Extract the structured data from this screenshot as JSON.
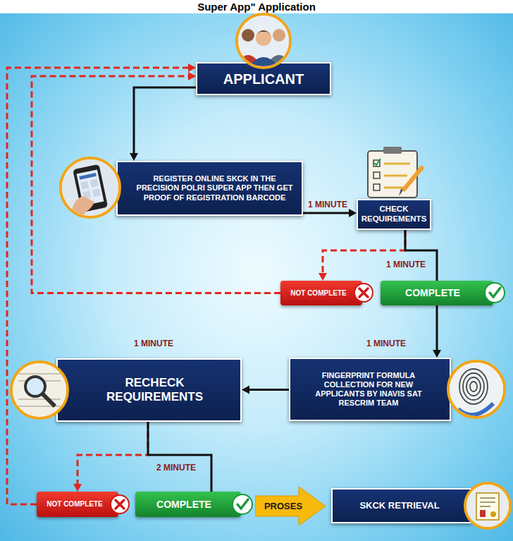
{
  "diagram": {
    "title": "Super App\" Application",
    "nodes": [
      {
        "text": [
          "APPLICANT"
        ]
      },
      {
        "text": [
          "REGISTER ONLINE SKCK IN THE PRECISION POLRI SUPER APP THEN GET PROOF OF REGISTRATION BARCODE"
        ]
      },
      {
        "text": [
          "CHECK REQUIREMENTS"
        ]
      },
      {
        "text": [
          "NOT COMPLETE"
        ]
      },
      {
        "text": [
          "COMPLETE"
        ]
      },
      {
        "text": [
          "FINGERPRINT FORMULA COLLECTION FOR NEW APPLICANTS BY INAVIS SAT RESCRIM TEAM"
        ]
      },
      {
        "text": [
          "RECHECK REQUIREMENTS"
        ]
      },
      {
        "text": [
          "NOT COMPLETE"
        ]
      },
      {
        "text": [
          "COMPLETE"
        ]
      },
      {
        "text": [
          "PROSES"
        ]
      },
      {
        "text": [
          "SKCK RETRIEVAL"
        ]
      }
    ],
    "edges": [
      {
        "from": 0,
        "to": 1,
        "arrow": "to"
      },
      {
        "from": 1,
        "to": 2,
        "arrow": "to"
      },
      {
        "from": 2,
        "to": 3,
        "arrow": "to"
      },
      {
        "from": 2,
        "to": 4,
        "arrow": "none"
      },
      {
        "from": 3,
        "to": 0,
        "arrow": "to"
      },
      {
        "from": 4,
        "to": 5,
        "arrow": "to"
      },
      {
        "from": 5,
        "to": 6,
        "arrow": "to"
      },
      {
        "from": 6,
        "to": 7,
        "arrow": "to"
      },
      {
        "from": 6,
        "to": 8,
        "arrow": "none"
      },
      {
        "from": 7,
        "to": 0,
        "arrow": "to"
      }
    ],
    "labels": [
      "1 MINUTE",
      "1 MINUTE",
      "1 MINUTE",
      "1 MINUTE",
      "2 MINUTE"
    ]
  }
}
